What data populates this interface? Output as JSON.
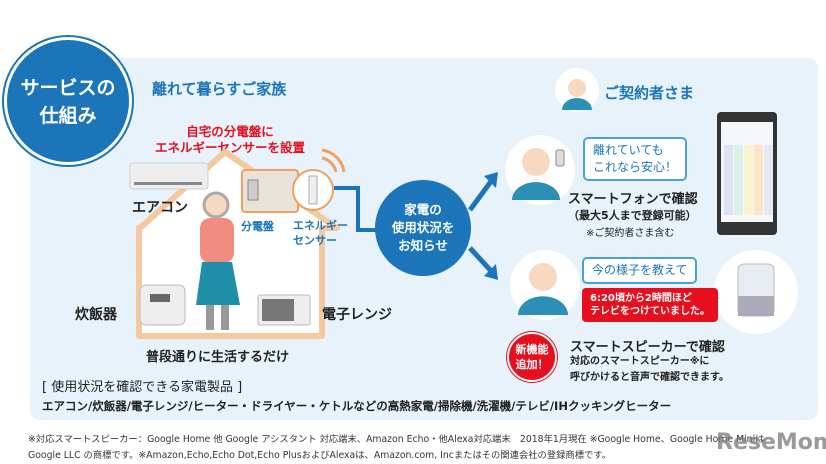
{
  "badge": {
    "line1": "サービスの",
    "line2": "仕組み"
  },
  "family": {
    "title": "離れて暮らすご家族",
    "install_line1": "自宅の分電盤に",
    "install_line2": "エネルギーセンサーを設置",
    "aircon": "エアコン",
    "panel": "分電盤",
    "sensor_line1": "エネルギー",
    "sensor_line2": "センサー",
    "rice_cooker": "炊飯器",
    "microwave": "電子レンジ",
    "caption": "普段通りに生活するだけ"
  },
  "notify": {
    "line1": "家電の",
    "line2": "使用状況を",
    "line3": "お知らせ"
  },
  "contractor": {
    "title": "ご契約者さま",
    "smartphone": {
      "bubble_line1": "離れていても",
      "bubble_line2": "これなら安心！",
      "title": "スマートフォンで確認",
      "sub": "（最大5人まで登録可能）",
      "note": "※ご契約者さま含む"
    },
    "speaker": {
      "bubble": "今の様子を教えて",
      "reply_line1": "6:20頃から2時間ほど",
      "reply_line2": "テレビをつけていました。",
      "badge_line1": "新機能",
      "badge_line2": "追加！",
      "title": "スマートスピーカーで確認",
      "desc_line1": "対応のスマートスピーカー※に",
      "desc_line2": "呼びかけると音声で確認できます。"
    }
  },
  "appliances": {
    "heading": "[ 使用状況を確認できる家電製品 ]",
    "list": "エアコン/炊飯器/電子レンジ/ヒーター・ドライヤー・ケトルなどの高熱家電/掃除機/洗濯機/テレビ/IHクッキングヒーター"
  },
  "footnote": {
    "line1": "※対応スマートスピーカー：Google Home 他 Google アシスタント 対応端末、Amazon Echo・他Alexa対応端末　2018年1月現在 ※Google Home、Google Home Miniは",
    "line2": "Google LLC の商標です。※Amazon,Echo,Echo Dot,Echo PlusおよびAlexaは、Amazon.com, Incまたはその関連会社の登録商標です。"
  },
  "watermark": "ReseMom",
  "colors": {
    "brand_blue": "#1b75b8",
    "alert_red": "#e60f1e",
    "house_orange": "#f5c9a0",
    "panel_bg": "#e7f2fa"
  }
}
